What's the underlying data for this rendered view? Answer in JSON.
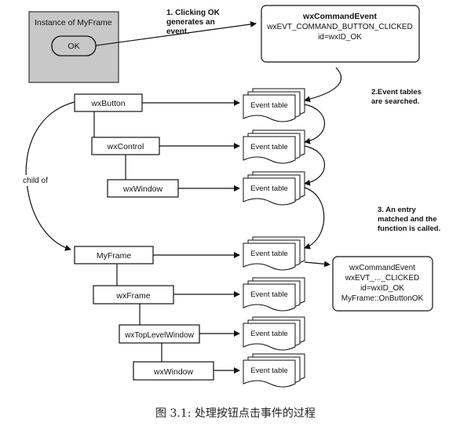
{
  "frame_instance": {
    "title": "Instance of MyFrame",
    "button_label": "OK"
  },
  "steps": {
    "step1": [
      "1. Clicking OK",
      "generates an",
      "event."
    ],
    "step2": [
      "2.Event tables",
      "are searched."
    ],
    "step3": [
      "3. An entry",
      "matched and the",
      "function is called."
    ]
  },
  "event_box": {
    "line1": "wxCommandEvent",
    "line2": "wxEVT_COMMAND_BUTTON_CLICKED",
    "line3": "id=wxID_OK"
  },
  "handler_box": {
    "line1": "wxCommandEvent",
    "line2": "wxEVT_..._CLICKED",
    "line3": "id=wxID_OK",
    "line4": "MyFrame::OnButtonOK"
  },
  "classes": [
    "wxButton",
    "wxControl",
    "wxWindow",
    "MyFrame",
    "wxFrame",
    "wxTopLevelWindow",
    "wxWindow"
  ],
  "event_table_label": "Event table",
  "child_of_label": "child of",
  "caption": "图 3.1: 处理按钮点击事件的过程"
}
